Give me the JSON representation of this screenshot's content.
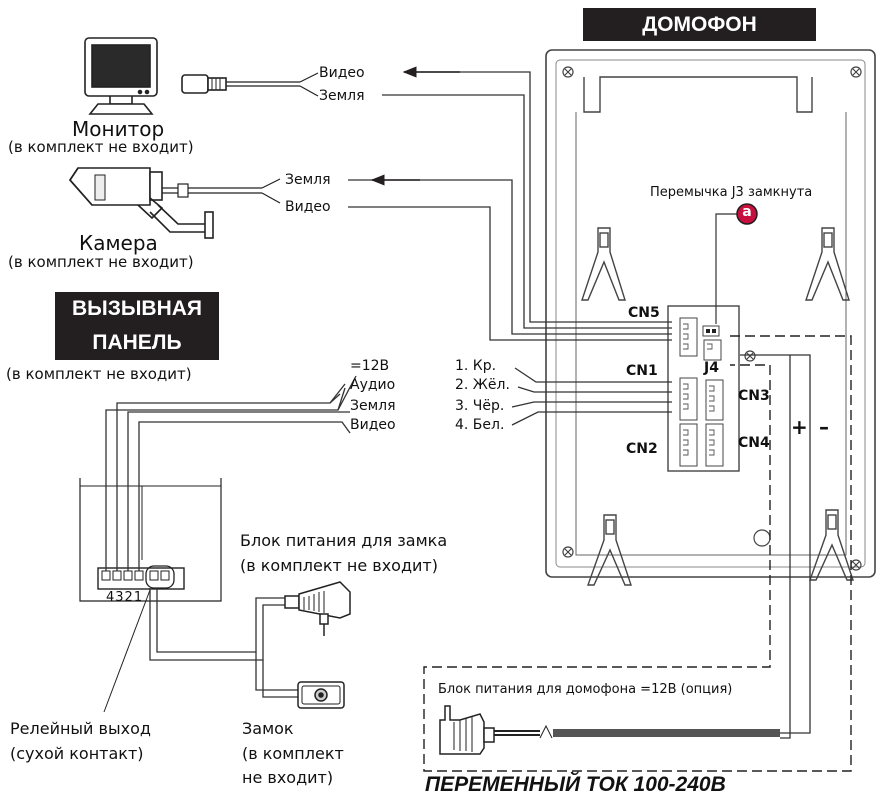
{
  "intercom": {
    "title": "ДОМОФОН"
  },
  "monitor": {
    "name": "Монитор",
    "note": "(в комплект не входит)",
    "video": "Видео",
    "ground": "Земля"
  },
  "camera": {
    "name": "Камера",
    "note": "(в комплект не входит)",
    "ground": "Земля",
    "video": "Видео"
  },
  "jumper": {
    "label": "Перемычка J3 замкнута",
    "marker": "a"
  },
  "call_panel": {
    "title_line1": "ВЫЗЫВНАЯ",
    "title_line2": "ПАНЕЛЬ",
    "note": "(в комплект не входит)",
    "terminals": "4321",
    "wires": [
      {
        "signal": "=12В",
        "wire": "1. Кр."
      },
      {
        "signal": "Аудио",
        "wire": "2. Жёл."
      },
      {
        "signal": "Земля",
        "wire": "3. Чёр."
      },
      {
        "signal": "Видео",
        "wire": "4. Бел."
      }
    ]
  },
  "connectors": {
    "cn5": "CN5",
    "cn1": "CN1",
    "j4": "J4",
    "cn3": "CN3",
    "cn2": "CN2",
    "cn4": "CN4"
  },
  "polarity": {
    "plus": "+",
    "minus": "–"
  },
  "lock_psu": {
    "line1": "Блок питания для замка",
    "line2": "(в комплект не входит)"
  },
  "lock": {
    "line1": "Замок",
    "line2": "(в комплект",
    "line3": "не входит)"
  },
  "relay": {
    "line1": "Релейный выход",
    "line2": "(сухой контакт)"
  },
  "intercom_psu": {
    "label": "Блок питания для домофона =12В (опция)"
  },
  "ac_label": "ПЕРЕМЕННЫЙ ТОК 100-240В",
  "colors": {
    "ink": "#231f20",
    "wire": "#333333",
    "title_bg": "#231f20",
    "title_text": "#ffffff",
    "marker_bg": "#c8103e"
  }
}
